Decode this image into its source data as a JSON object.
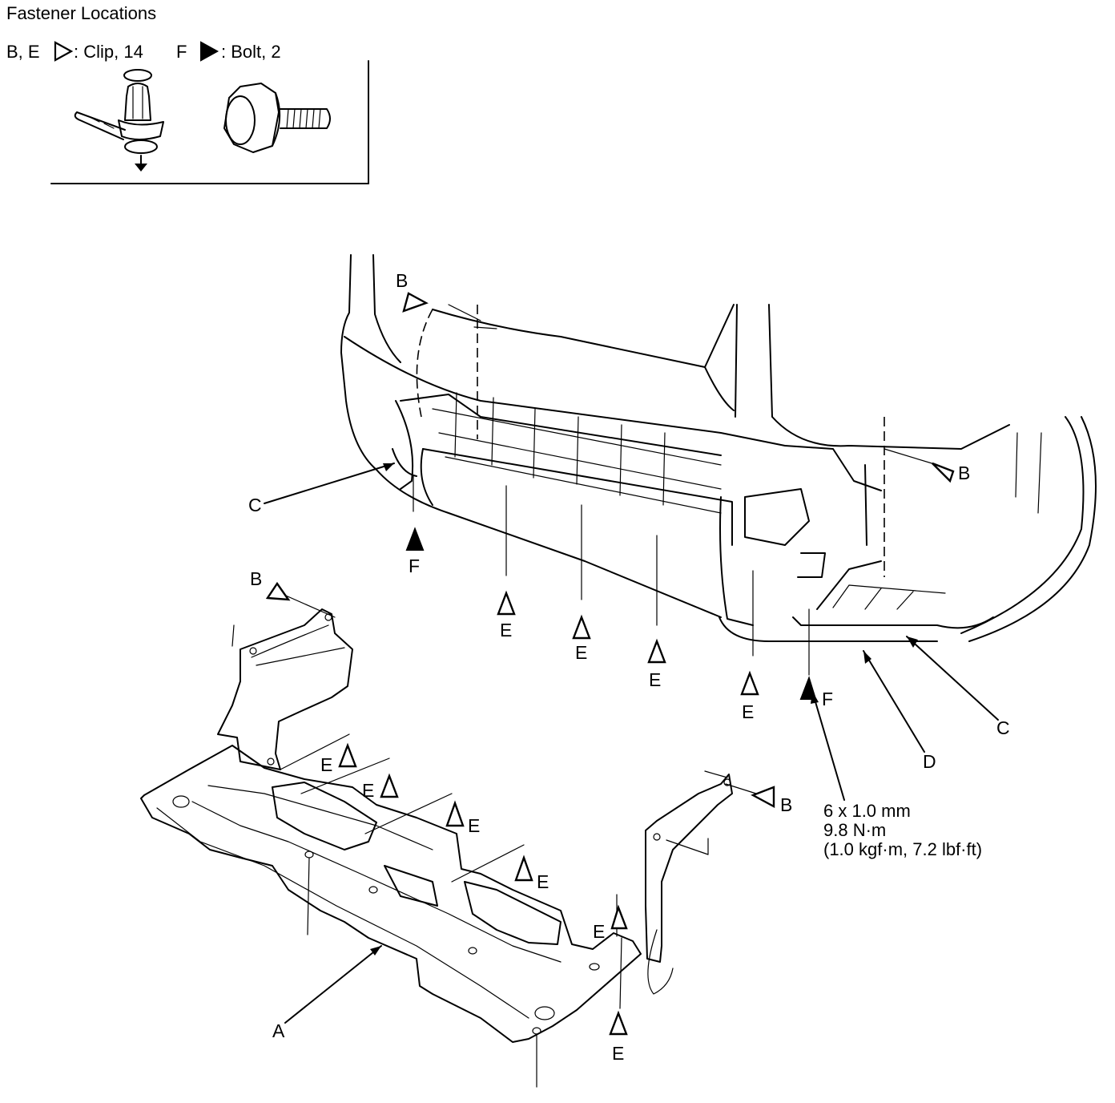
{
  "title": "Fastener Locations",
  "legend": {
    "clip_letters": "B, E",
    "clip_text": ": Clip, 14",
    "bolt_letter": "F",
    "bolt_text": ": Bolt, 2"
  },
  "callouts": {
    "A": "A",
    "B": "B",
    "C": "C",
    "D": "D",
    "E": "E",
    "F": "F"
  },
  "torque_spec": {
    "size": "6 x 1.0 mm",
    "nm": "9.8 N·m",
    "alt": "(1.0 kgf·m, 7.2 lbf·ft)"
  },
  "icons": {
    "clip": "open-triangle-icon",
    "bolt": "filled-triangle-icon"
  }
}
